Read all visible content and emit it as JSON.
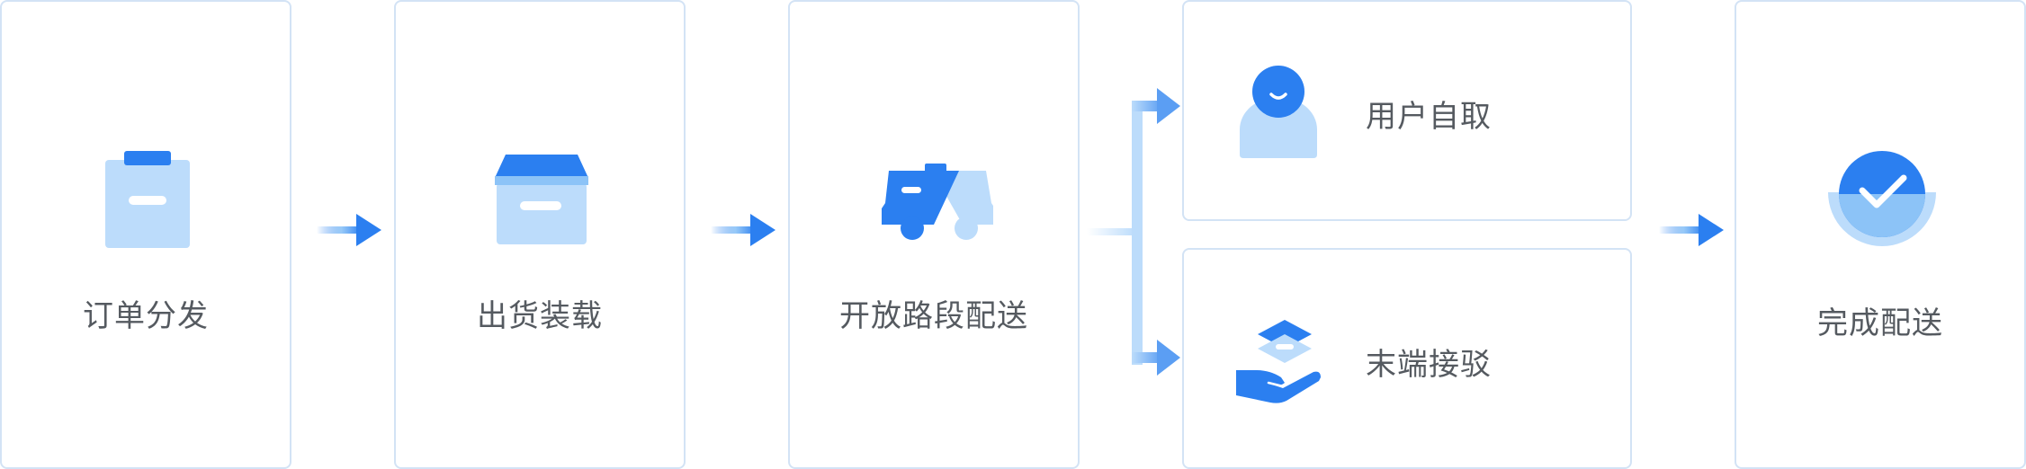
{
  "steps": {
    "order": {
      "label": "订单分发",
      "icon": "clipboard-icon"
    },
    "loading": {
      "label": "出货装载",
      "icon": "box-icon"
    },
    "delivery": {
      "label": "开放路段配送",
      "icon": "delivery-vehicle-icon"
    },
    "pickup": {
      "label": "用户自取",
      "icon": "user-icon"
    },
    "handoff": {
      "label": "末端接驳",
      "icon": "hand-package-icon"
    },
    "done": {
      "label": "完成配送",
      "icon": "check-circle-icon"
    }
  },
  "colors": {
    "primary": "#2b7ff0",
    "light": "#bcdcfb",
    "mid": "#8cc3f7",
    "border": "#d3e3f5",
    "text": "#555a60"
  }
}
